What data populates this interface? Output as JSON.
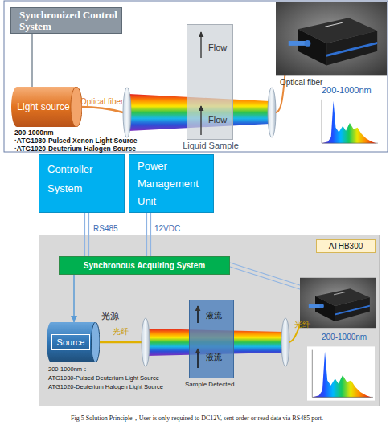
{
  "diagram": {
    "caption": "Fig 5 Solution Principle，User is only required to DC12V, sent order or read data via RS485 port.",
    "nodes": [
      {
        "text": [
          "Synchronized Control System"
        ]
      },
      {
        "text": [
          "Light source"
        ]
      },
      {
        "text": [
          "Flow",
          "Flow",
          "Liquid Sample"
        ]
      },
      {
        "text": [
          "Controller System"
        ]
      },
      {
        "text": [
          "Power Management Unit"
        ]
      },
      {
        "text": [
          "ATHB300"
        ]
      },
      {
        "text": [
          "Synchronous Acquiring System"
        ],
        "in": 5
      },
      {
        "text": [
          "光源",
          "Source"
        ],
        "in": 5
      },
      {
        "text": [
          "液流",
          "液流",
          "Sample Detected"
        ],
        "in": 5
      }
    ],
    "edges": [
      {
        "from": 0,
        "to": 1,
        "arrow": "none"
      },
      {
        "from": 3,
        "to": 6,
        "label": "RS485",
        "arrow": "none"
      },
      {
        "from": 4,
        "to": 6,
        "label": "12VDC",
        "arrow": "none"
      },
      {
        "from": 6,
        "to": 7,
        "arrow": "to"
      }
    ],
    "labels": [
      "Optical fiber",
      "Optical fiber",
      "200-1000nm",
      "200-1000nm",
      "·ATG1030-Pulsed Xenon Light Source",
      "·ATG1020-Deuterium Halogen Source",
      "光纤",
      "光纤",
      "200-1000nm",
      "200-1000nm：",
      "ATG1030-Pulsed Deuterium Light Source",
      "ATG1020-Deuterium Halogen Light Source"
    ]
  }
}
